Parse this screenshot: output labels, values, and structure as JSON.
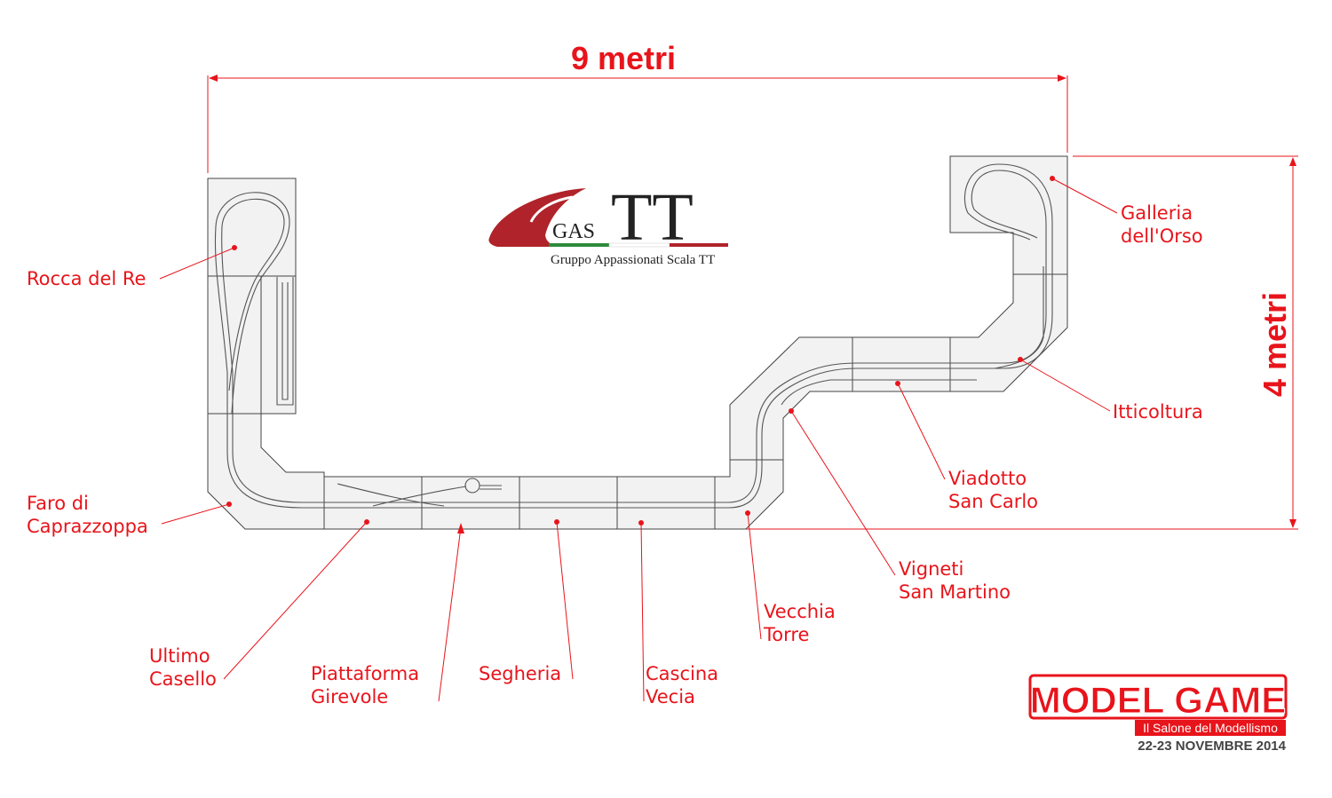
{
  "dimensions": {
    "width": "9 metri",
    "height": "4 metri"
  },
  "logo": {
    "gas": "GAS",
    "tt": "TT",
    "subtitle": "Gruppo Appassionati Scala TT"
  },
  "labels": [
    {
      "id": "rocca",
      "lines": [
        "Rocca del Re"
      ]
    },
    {
      "id": "faro",
      "lines": [
        "Faro di",
        "Caprazzoppa"
      ]
    },
    {
      "id": "ultimo",
      "lines": [
        "Ultimo",
        "Casello"
      ]
    },
    {
      "id": "piattaforma",
      "lines": [
        "Piattaforma",
        "Girevole"
      ]
    },
    {
      "id": "segheria",
      "lines": [
        "Segheria"
      ]
    },
    {
      "id": "cascina",
      "lines": [
        "Cascina",
        "Vecia"
      ]
    },
    {
      "id": "vecchia",
      "lines": [
        "Vecchia",
        "Torre"
      ]
    },
    {
      "id": "vigneti",
      "lines": [
        "Vigneti",
        "San Martino"
      ]
    },
    {
      "id": "viadotto",
      "lines": [
        "Viadotto",
        "San Carlo"
      ]
    },
    {
      "id": "itticoltura",
      "lines": [
        "Itticoltura"
      ]
    },
    {
      "id": "galleria",
      "lines": [
        "Galleria",
        "dell'Orso"
      ]
    }
  ],
  "event": {
    "name": "MODEL GAME",
    "tagline": "Il Salone del Modellismo",
    "dates": "22-23 NOVEMBRE 2014"
  },
  "colors": {
    "accent": "#e8141b",
    "logo_red": "#b0232a",
    "logo_green": "#2e8b3a",
    "logo_dark": "#222222"
  }
}
